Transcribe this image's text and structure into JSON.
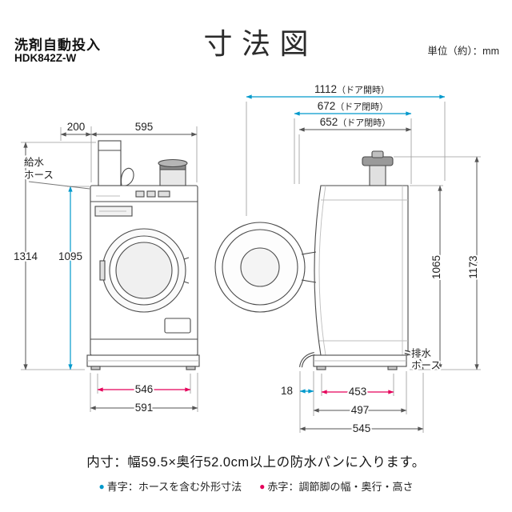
{
  "header": {
    "feature": "洗剤自動投入",
    "model": "HDK842Z-W",
    "title": "寸法図",
    "unit": "単位（約）：mm"
  },
  "colors": {
    "blue_dimension": "#0099cc",
    "red_dimension": "#e5005a",
    "line": "#4a4a4a"
  },
  "front_view": {
    "hose_label_line1": "給水",
    "hose_label_line2": "ホース",
    "dim_hose_left": "200",
    "dim_top_width": "595",
    "dim_height_total": "1314",
    "dim_height_body": "1095",
    "dim_feet_width": "546",
    "dim_body_width": "591"
  },
  "side_view": {
    "hose_label_line1": "排水",
    "hose_label_line2": "ホース",
    "dim_door_open_value": "1112",
    "dim_door_open_suffix": "（ドア開時）",
    "dim_door_closed_hose_value": "672",
    "dim_door_closed_hose_suffix": "（ドア閉時）",
    "dim_door_closed_value": "652",
    "dim_door_closed_suffix": "（ドア閉時）",
    "dim_height_body": "1065",
    "dim_height_total": "1173",
    "dim_hose_front": "18",
    "dim_feet_depth": "453",
    "dim_body_depth": "497",
    "dim_total_depth": "545"
  },
  "footer": {
    "note": "内寸：幅59.5×奥行52.0cm以上の防水パンに入ります。",
    "legend": [
      {
        "term": "青字",
        "desc": "：ホースを含む外形寸法"
      },
      {
        "term": "赤字",
        "desc": "：調節脚の幅・奥行・高さ"
      }
    ]
  }
}
